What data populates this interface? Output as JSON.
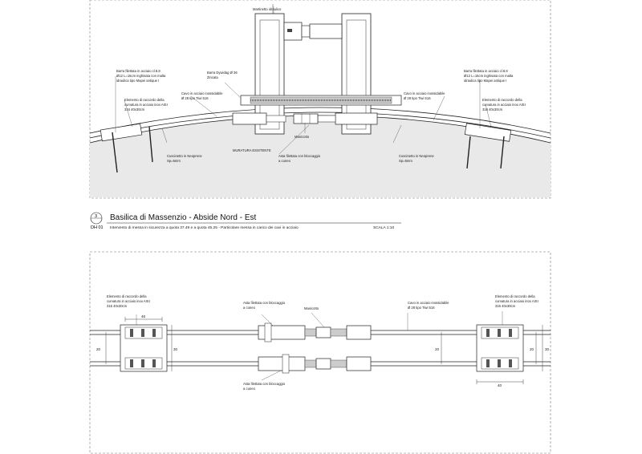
{
  "top_view": {
    "labels": {
      "martinetto": "Martinetto idraulico",
      "barra_dywidag": [
        "Barra Dywidag Ø 36",
        "Zincata"
      ],
      "barra_filettata_left": [
        "Barra filettata in acciaio cl.8.8",
        "Ø12 L=15cm inghisata con malta",
        "idraulica tipo Mapei antique I"
      ],
      "barra_filettata_right": [
        "Barra filettata in acciaio cl.8.8",
        "Ø12 L=15cm inghisata con malta",
        "idraulica tipo Mapei antique I"
      ],
      "elemento_left": [
        "Elemento di raccordo della",
        "curvatura in acciaio inox AISI",
        "316 40x30cm"
      ],
      "elemento_right": [
        "Elemento di raccordo della",
        "curvatura in acciaio inox AISI",
        "316 40x30cm"
      ],
      "cavo_left": [
        "Cavo in acciaio inossidabile",
        "Ø 28 tipo Tiwi 516"
      ],
      "cavo_right": [
        "Cavo in acciaio inossidabile",
        "Ø 28 tipo Tiwi 516"
      ],
      "manicotto": "Manicotto",
      "cuscinetto_left": [
        "Cuscinetto in Neoprene",
        "Sp=5mm"
      ],
      "cuscinetto_right": [
        "Cuscinetto in Neoprene",
        "Sp=5mm"
      ],
      "muratura": "MURATURA ESISTENTE",
      "asta_filettata": [
        "Asta filettata con bloccaggio",
        "a cuneo"
      ]
    }
  },
  "title_block": {
    "number": "3",
    "sheet": "DH 01",
    "title": "Basilica di Massenzio - Abside Nord - Est",
    "subtitle": "Intervento di messa in sicurezza a quota 37.49 e a quota 45.25 - Particolare messa in carico dei cavi in acciaio",
    "scale": "SCALA  1:10"
  },
  "bottom_view": {
    "labels": {
      "elemento_left": [
        "Elemento di raccordo della",
        "curvatura in acciaio inox AISI",
        "316 40x30cm"
      ],
      "elemento_right": [
        "Elemento di raccordo della",
        "curvatura in acciaio inox AISI",
        "316 40x30cm"
      ],
      "asta_top": [
        "Asta filettata con bloccaggio",
        "a cuneo"
      ],
      "asta_bottom": [
        "Asta filettata con bloccaggio",
        "a cuneo"
      ],
      "manicotto": "Manicotto",
      "cavo": [
        "Cavo in acciaio inossidabile",
        "Ø 28 tipo Tiwi 516"
      ]
    },
    "dims": {
      "d46": "46",
      "d20_left": "20",
      "d30_left": "30",
      "d20_mid": "20",
      "d20_right": "20",
      "d30_right": "30",
      "d40": "40"
    }
  }
}
